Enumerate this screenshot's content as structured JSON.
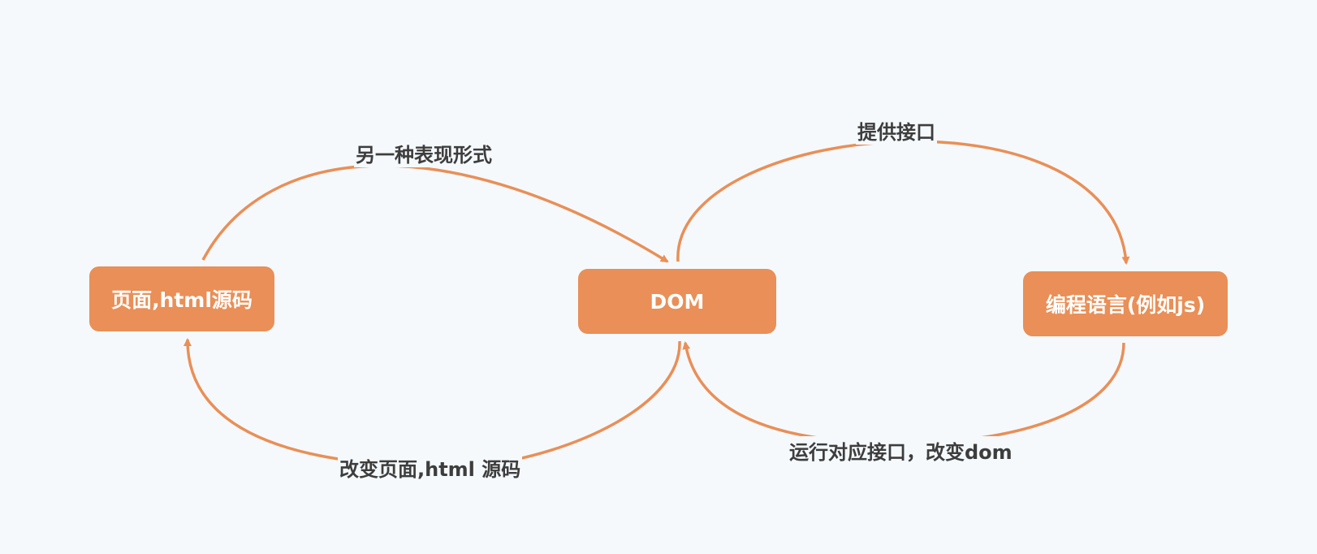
{
  "nodes": {
    "page": "页面,html源码",
    "dom": "DOM",
    "lang": "编程语言(例如js)"
  },
  "edges": {
    "page_to_dom": "另一种表现形式",
    "dom_to_lang": "提供接口",
    "dom_to_page": "改变页面,html 源码",
    "lang_to_dom": "运行对应接口，改变dom"
  },
  "colors": {
    "node_fill": "#e98f57",
    "edge": "#e98f57",
    "background": "#f5f9fc",
    "label_text": "#3d3d3d"
  }
}
